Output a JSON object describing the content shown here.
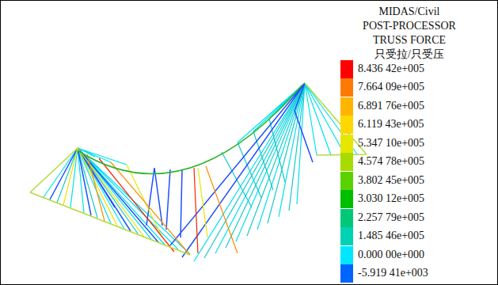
{
  "diagram": {
    "labels": [
      "MIDAS/Civil",
      "POST-PROCESSOR",
      "TRUSS FORCE",
      "只受拉/只受压"
    ],
    "legend": [
      {
        "text": "8.436 42e+005",
        "color": "#ff0000"
      },
      {
        "text": "7.664 09e+005",
        "color": "#ff7a00"
      },
      {
        "text": "6.891 76e+005",
        "color": "#ffb400"
      },
      {
        "text": "6.119 43e+005",
        "color": "#ffd800"
      },
      {
        "text": "5.347 10e+005",
        "color": "#e6e600"
      },
      {
        "text": "4.574 78e+005",
        "color": "#a8dc00"
      },
      {
        "text": "3.802 45e+005",
        "color": "#5ad200"
      },
      {
        "text": "3.030 12e+005",
        "color": "#00be00"
      },
      {
        "text": "2.257 79e+005",
        "color": "#00c878"
      },
      {
        "text": "1.485 46e+005",
        "color": "#00d2b4"
      },
      {
        "text": "0.000 00e+000",
        "color": "#00e6ff"
      },
      {
        "text": "-5.919 41e+003",
        "color": "#0064ff"
      }
    ]
  }
}
